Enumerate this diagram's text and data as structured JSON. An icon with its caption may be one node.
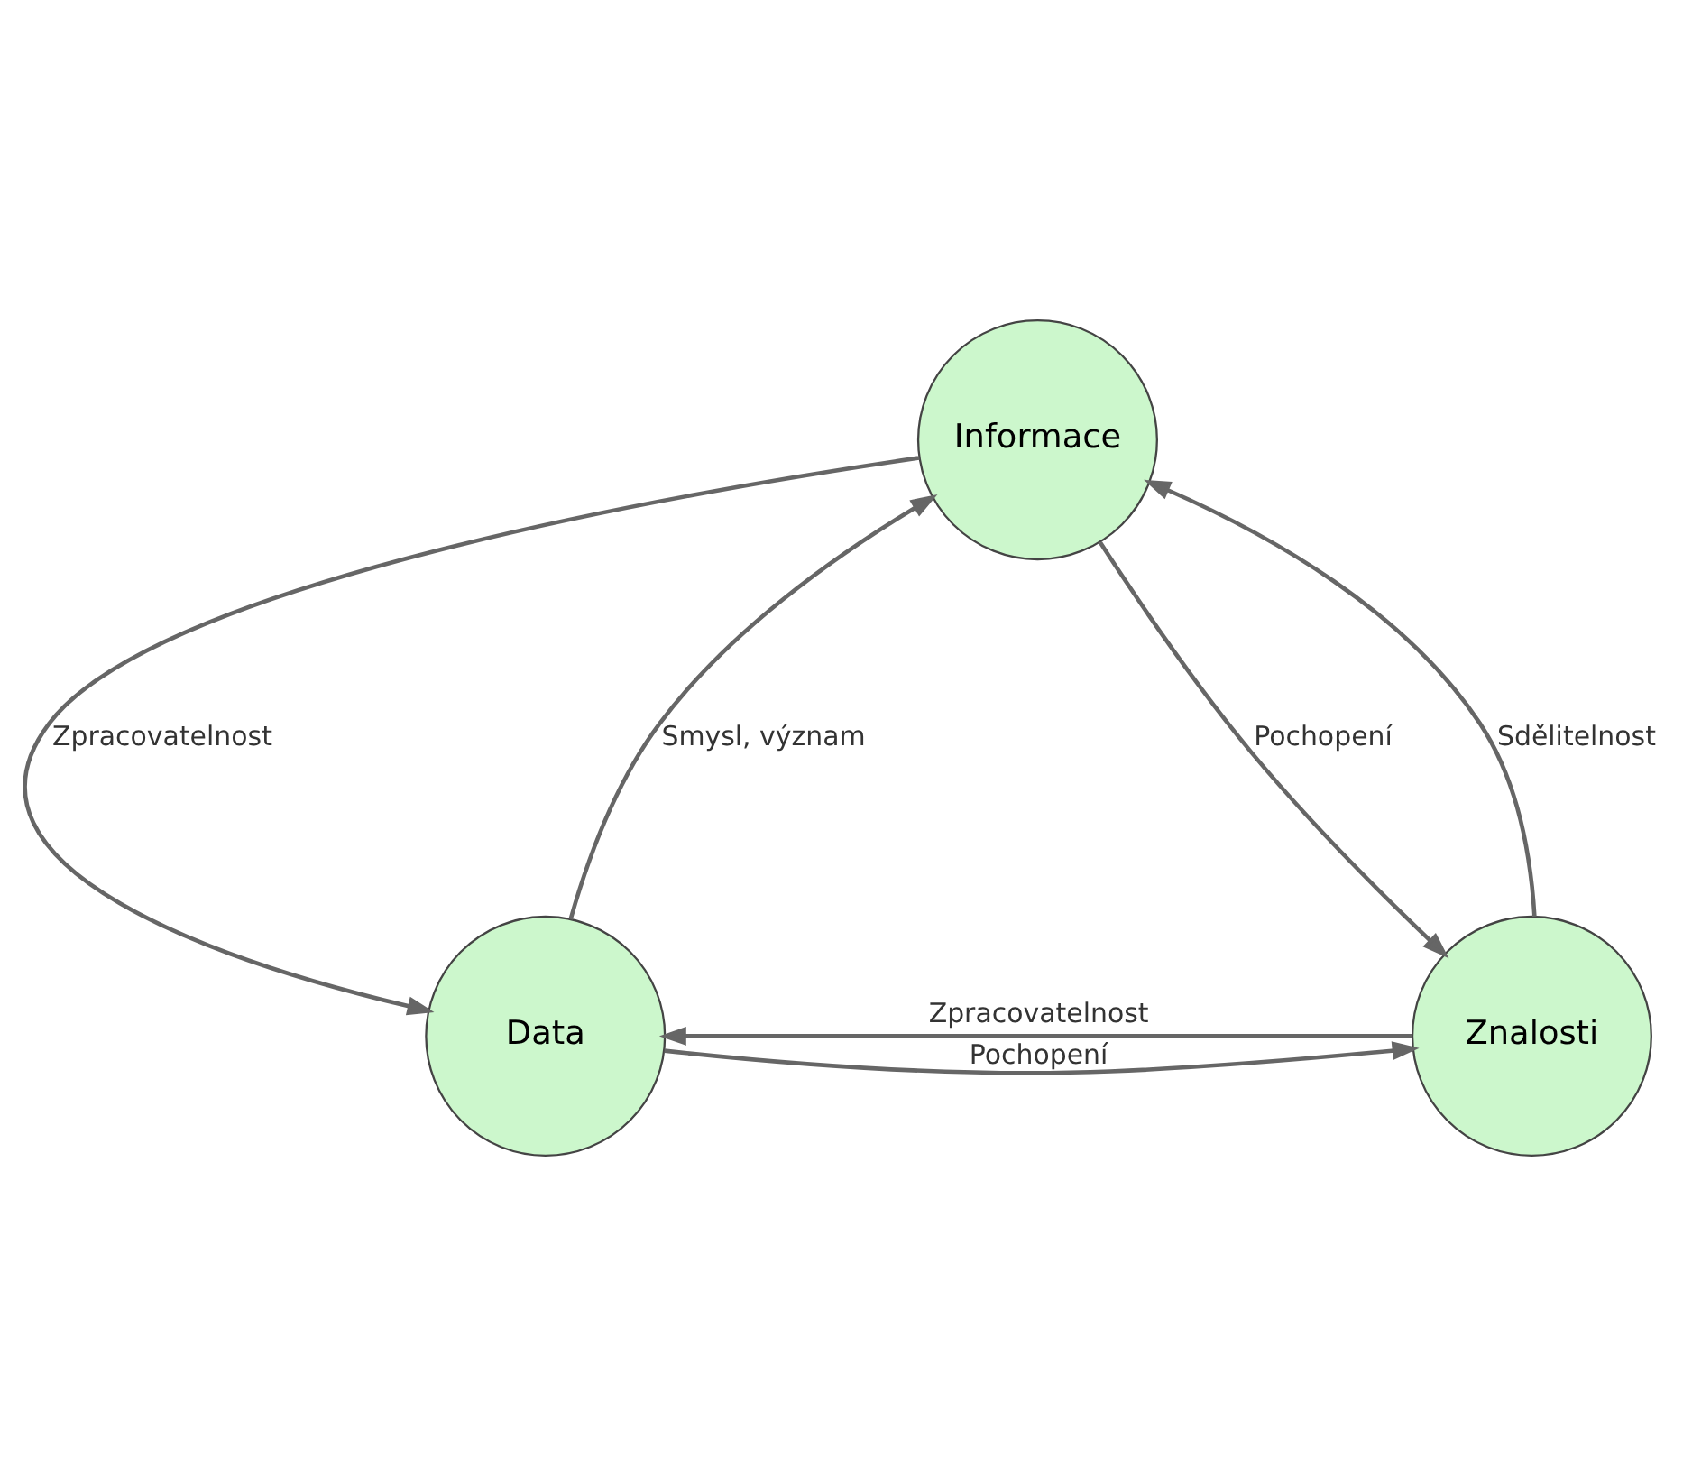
{
  "diagram": {
    "nodes": [
      {
        "text": [
          "Informace"
        ]
      },
      {
        "text": [
          "Data"
        ]
      },
      {
        "text": [
          "Znalosti"
        ]
      }
    ],
    "edges": [
      {
        "from": 0,
        "to": 1,
        "arrow": "to",
        "label": "Zpracovatelnost"
      },
      {
        "from": 1,
        "to": 0,
        "arrow": "to",
        "label": "Smysl, význam"
      },
      {
        "from": 0,
        "to": 2,
        "arrow": "to",
        "label": "Pochopení"
      },
      {
        "from": 2,
        "to": 1,
        "arrow": "to",
        "label": "Zpracovatelnost"
      },
      {
        "from": 2,
        "to": 0,
        "arrow": "to",
        "label": "Sdělitelnost"
      },
      {
        "from": 1,
        "to": 2,
        "arrow": "to",
        "label": "Pochopení"
      }
    ]
  }
}
